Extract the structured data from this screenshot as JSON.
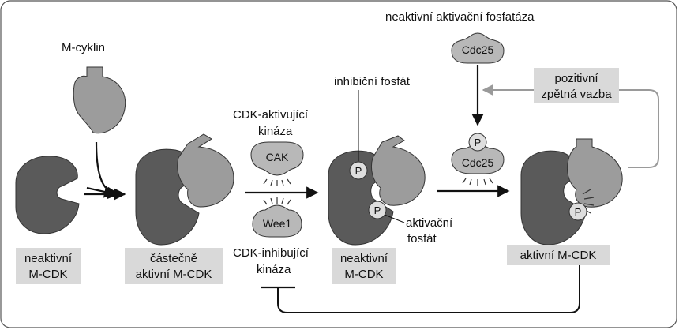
{
  "labels": {
    "m_cyklin": "M-cyklin",
    "inactive_phosphatase": "neaktivní aktivační fosfatáza",
    "cdk_activating_1": "CDK-aktivující",
    "cdk_activating_2": "kináza",
    "cak": "CAK",
    "wee1": "Wee1",
    "cdc25_top": "Cdc25",
    "cdc25_mid": "Cdc25",
    "inhibitory_phosphate": "inhibiční fosfát",
    "activating_phosphate_1": "aktivační",
    "activating_phosphate_2": "fosfát",
    "positive_feedback_1": "pozitivní",
    "positive_feedback_2": "zpětná vazba",
    "inactive_mcdk_1_a": "neaktivní",
    "inactive_mcdk_1_b": "M-CDK",
    "partial_mcdk_a": "částečně",
    "partial_mcdk_b": "aktivní M-CDK",
    "cdk_inhibiting_1": "CDK-inhibující",
    "cdk_inhibiting_2": "kináza",
    "inactive_mcdk_2_a": "neaktivní",
    "inactive_mcdk_2_b": "M-CDK",
    "active_mcdk": "aktivní M-CDK",
    "p": "P"
  },
  "colors": {
    "cdk": "#5a5a5a",
    "cyclin": "#9c9c9c",
    "enzyme": "#b8b8b8",
    "phosphate": "#dedede",
    "label_box": "#d9d9d9",
    "arrow": "#111111",
    "feedback_arrow": "#9a9a9a"
  }
}
